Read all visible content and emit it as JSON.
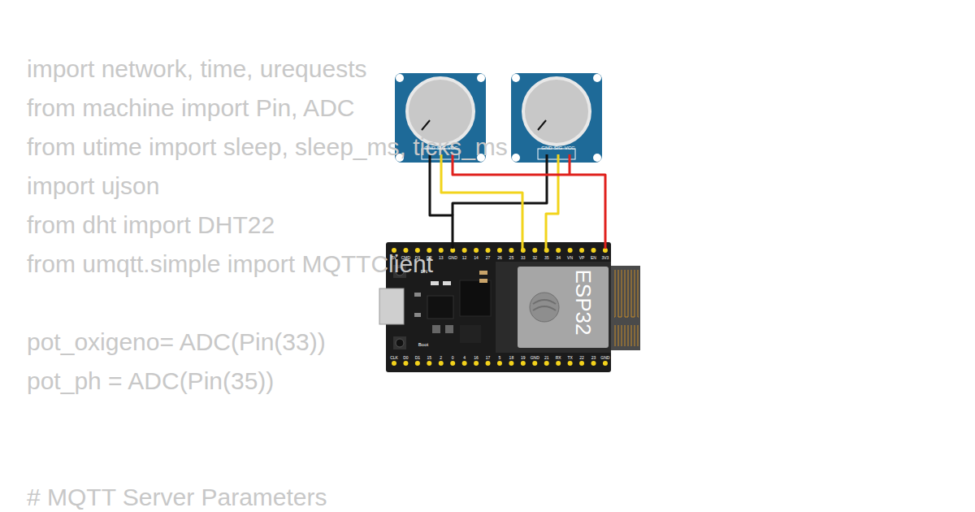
{
  "diagram": {
    "labels": [
      "import network, time, urequests",
      "from machine import Pin, ADC",
      "from utime import sleep, sleep_ms, ticks_ms",
      "import ujson",
      "from dht import DHT22",
      "from umqtt.simple import MQTTClient",
      "pot_oxigeno= ADC(Pin(33))",
      "pot_ph = ADC(Pin(35))",
      "# MQTT Server Parameters",
      "GND",
      "SIG",
      "VCC",
      "GND",
      "SIG",
      "VCC",
      "5V",
      "CMD",
      "D3",
      "D2",
      "13",
      "GND",
      "12",
      "14",
      "27",
      "26",
      "25",
      "33",
      "32",
      "35",
      "34",
      "VN",
      "VP",
      "EN",
      "3V3",
      "CLK",
      "D0",
      "D1",
      "15",
      "2",
      "0",
      "4",
      "16",
      "17",
      "5",
      "18",
      "19",
      "GND",
      "21",
      "RX",
      "TX",
      "22",
      "23",
      "GND",
      "EN",
      "Boot",
      "ESP32"
    ]
  }
}
